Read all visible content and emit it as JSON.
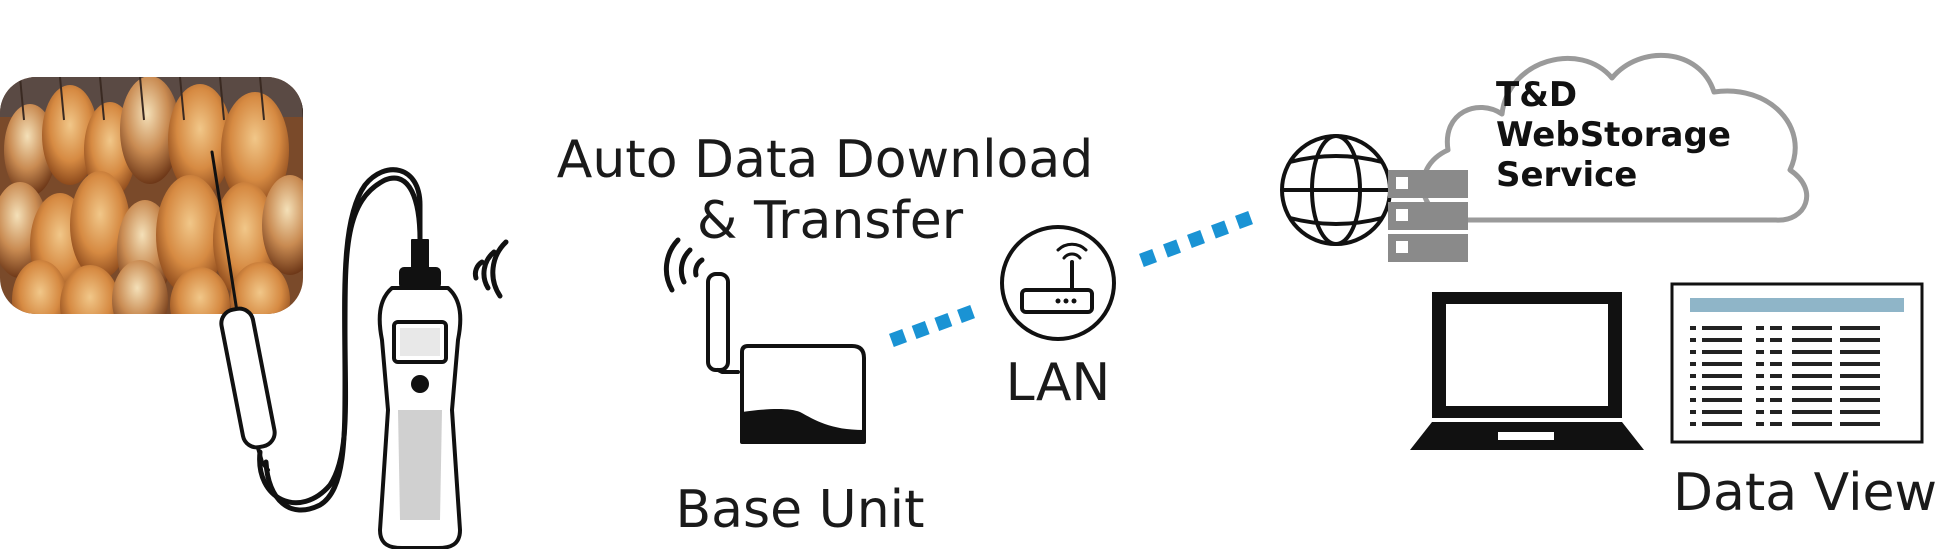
{
  "labels": {
    "auto_line1": "Auto Data Download",
    "auto_line2": "& Transfer",
    "lan": "LAN",
    "base_unit": "Base Unit",
    "data_view": "Data View"
  },
  "cloud": {
    "line1": "T&D",
    "line2": "WebStorage",
    "line3": "Service"
  },
  "colors": {
    "link": "#1a93d4",
    "ink": "#111111",
    "server": "#8a8a8a",
    "table_header": "#8fb5c8"
  },
  "icons": {
    "photo": "hams-photo",
    "probe": "temperature-probe-icon",
    "base": "base-unit-icon",
    "router": "router-icon",
    "globe": "globe-icon",
    "server": "server-icon",
    "laptop": "laptop-icon",
    "table": "data-table-icon"
  }
}
